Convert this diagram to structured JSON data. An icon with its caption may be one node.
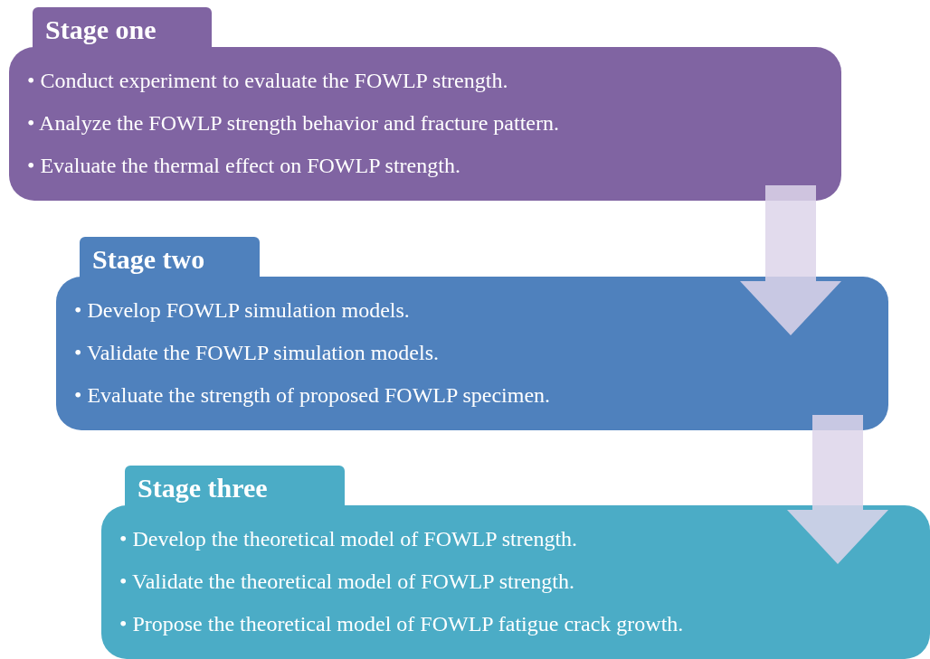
{
  "diagram": {
    "nodes": [
      {
        "text": [
          "Stage one",
          "• Conduct experiment to evaluate the FOWLP strength.",
          "• Analyze the FOWLP strength behavior and fracture pattern.",
          "• Evaluate the thermal effect on FOWLP strength."
        ]
      },
      {
        "text": [
          "Stage two",
          "• Develop FOWLP simulation models.",
          "• Validate the FOWLP simulation models.",
          "• Evaluate the strength of proposed FOWLP specimen."
        ]
      },
      {
        "text": [
          "Stage three",
          "• Develop the theoretical model of FOWLP strength.",
          "• Validate the theoretical model of FOWLP strength.",
          "• Propose the theoretical model of FOWLP fatigue crack growth."
        ]
      }
    ],
    "edges": [
      {
        "from": 0,
        "to": 1,
        "arrow": "to"
      },
      {
        "from": 1,
        "to": 2,
        "arrow": "to"
      }
    ]
  }
}
